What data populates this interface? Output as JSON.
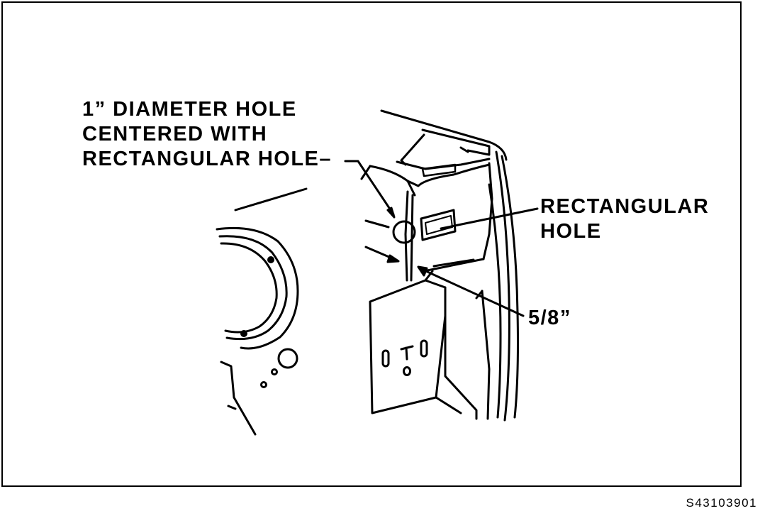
{
  "callouts": {
    "diameter_hole": {
      "line1": "1” DIAMETER HOLE",
      "line2": "CENTERED WITH",
      "line3": "RECTANGULAR HOLE–"
    },
    "rectangular_hole": {
      "line1": "RECTANGULAR",
      "line2": "HOLE"
    },
    "dimension": "5/8”"
  },
  "figure_id": "S43103901",
  "colors": {
    "ink": "#000000",
    "paper": "#ffffff"
  }
}
